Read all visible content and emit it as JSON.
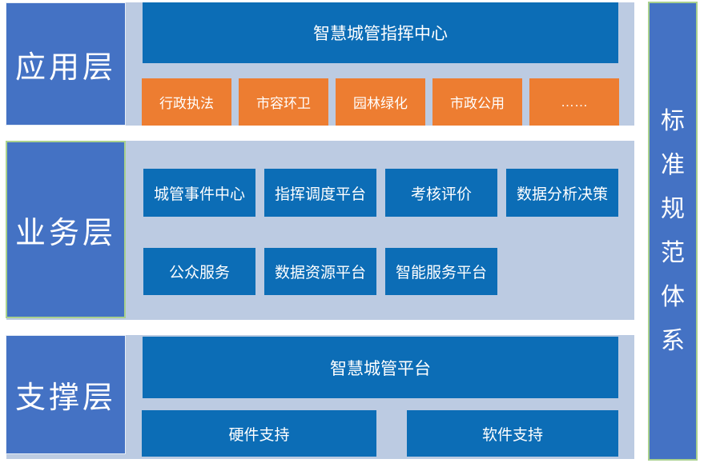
{
  "colors": {
    "dark_blue_box": "#0C6DB6",
    "medium_blue_label": "#4472C4",
    "light_band_background": "#BCCBE2",
    "orange_box": "#ED7D31",
    "green_border": "#A9D08E",
    "text": "#FFFFFF"
  },
  "application_layer": {
    "label": "应用层",
    "header": "智慧城管指挥中心",
    "items": [
      "行政执法",
      "市容环卫",
      "园林绿化",
      "市政公用",
      "……"
    ]
  },
  "business_layer": {
    "label": "业务层",
    "row1": [
      "城管事件中心",
      "指挥调度平台",
      "考核评价",
      "数据分析决策"
    ],
    "row2": [
      "公众服务",
      "数据资源平台",
      "智能服务平台"
    ]
  },
  "support_layer": {
    "label": "支撑层",
    "header": "智慧城管平台",
    "items": [
      "硬件支持",
      "软件支持"
    ]
  },
  "standards_bar": {
    "label": "标准规范体系",
    "chars": [
      "标",
      "准",
      "规",
      "范",
      "体",
      "系"
    ]
  }
}
